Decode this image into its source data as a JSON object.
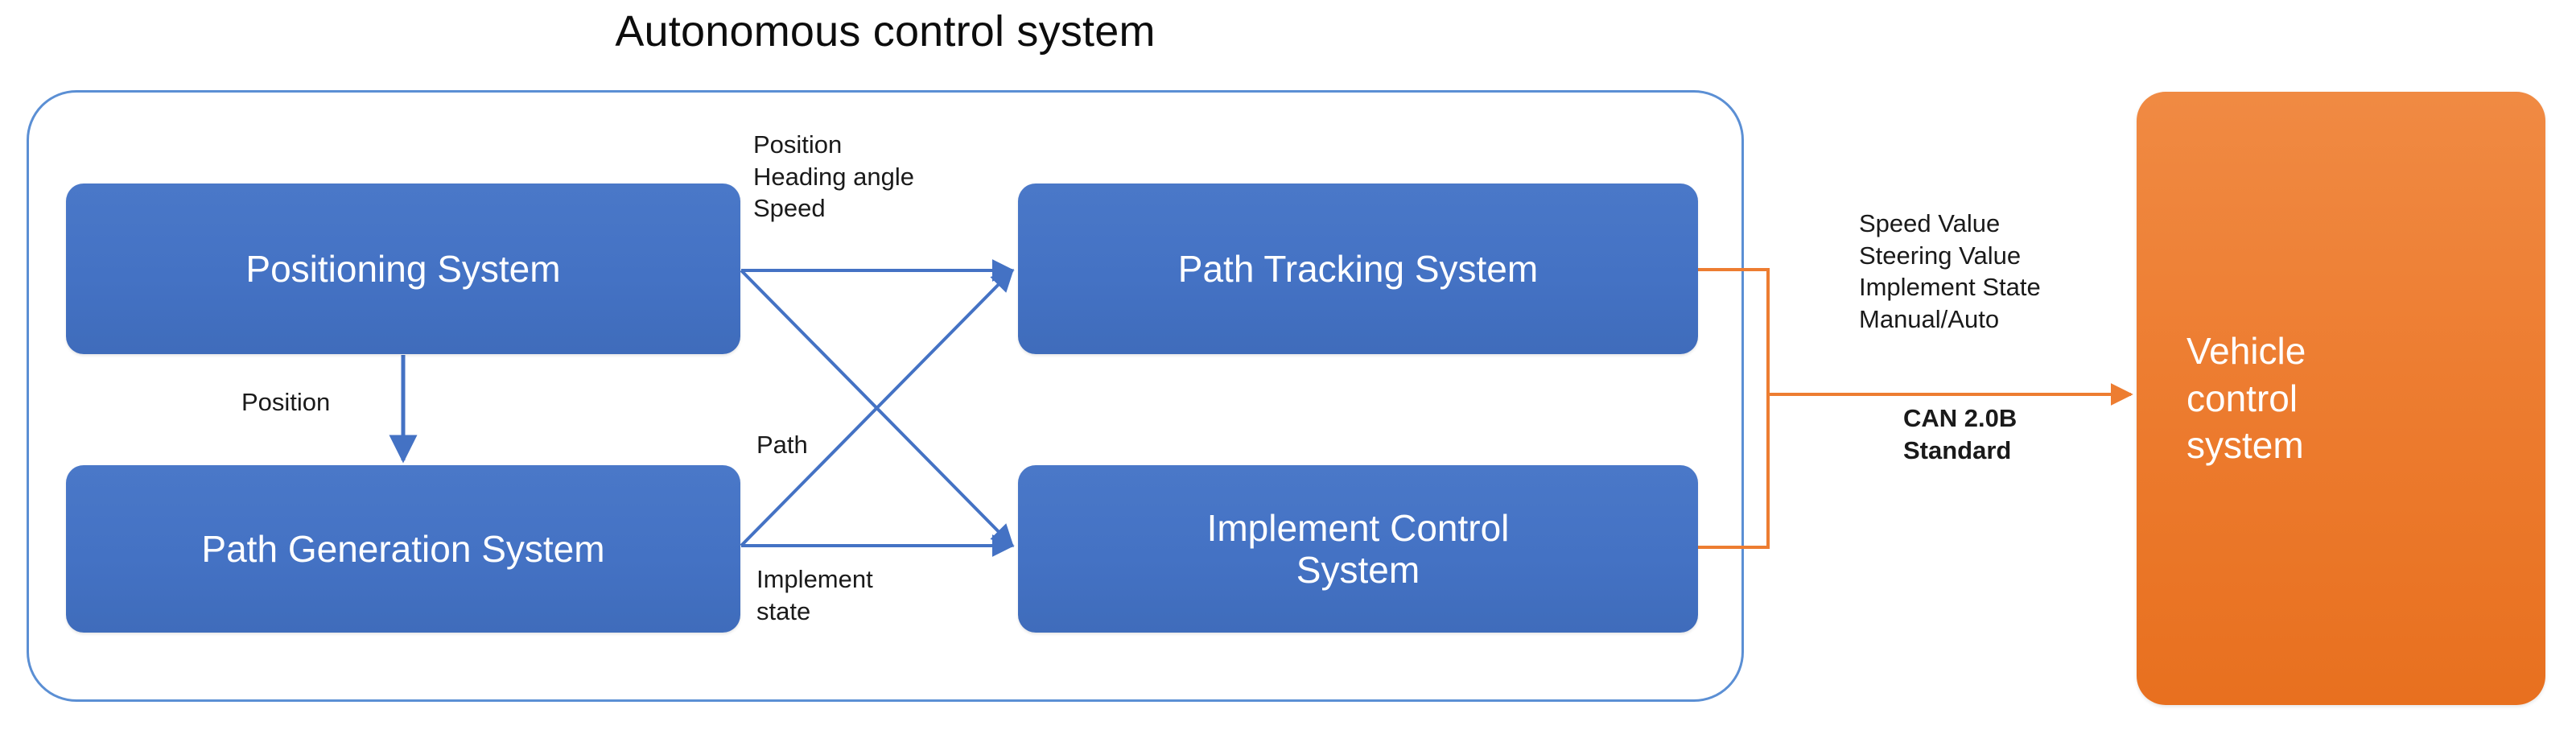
{
  "title": "Autonomous control system",
  "boundary": {
    "name": "Autonomous control system boundary",
    "stroke": "#5b8fd4"
  },
  "colors": {
    "process_box": "#4472c4",
    "vehicle_box": "#ed7d31",
    "blue_arrow": "#4472c4",
    "orange_arrow": "#ed7d31",
    "boundary_stroke": "#5b8fd4",
    "text_dark": "#1a1a1a",
    "text_light": "#ffffff"
  },
  "boxes": {
    "positioning": "Positioning System",
    "path_generation": "Path Generation System",
    "path_tracking": "Path Tracking System",
    "implement_control": "Implement Control\nSystem",
    "vehicle": "Vehicle\ncontrol\nsystem"
  },
  "edge_labels": {
    "position_heading_speed": "Position\nHeading angle\nSpeed",
    "position": "Position",
    "path": "Path",
    "implement_state": "Implement\nstate",
    "can_payload": "Speed Value\nSteering Value\nImplement State\nManual/Auto",
    "can_standard": "CAN 2.0B\nStandard"
  },
  "connections": [
    {
      "from": "positioning",
      "to": "path_tracking",
      "label": "Position / Heading angle / Speed",
      "color": "#4472c4"
    },
    {
      "from": "positioning",
      "to": "implement_control",
      "label": "",
      "color": "#4472c4"
    },
    {
      "from": "positioning",
      "to": "path_generation",
      "label": "Position",
      "color": "#4472c4"
    },
    {
      "from": "path_generation",
      "to": "path_tracking",
      "label": "Path",
      "color": "#4472c4"
    },
    {
      "from": "path_generation",
      "to": "implement_control",
      "label": "Implement state",
      "color": "#4472c4"
    },
    {
      "from": "path_tracking",
      "to": "vehicle",
      "label": "CAN 2.0B Standard",
      "color": "#ed7d31"
    },
    {
      "from": "implement_control",
      "to": "vehicle",
      "label": "CAN 2.0B Standard",
      "color": "#ed7d31"
    }
  ]
}
